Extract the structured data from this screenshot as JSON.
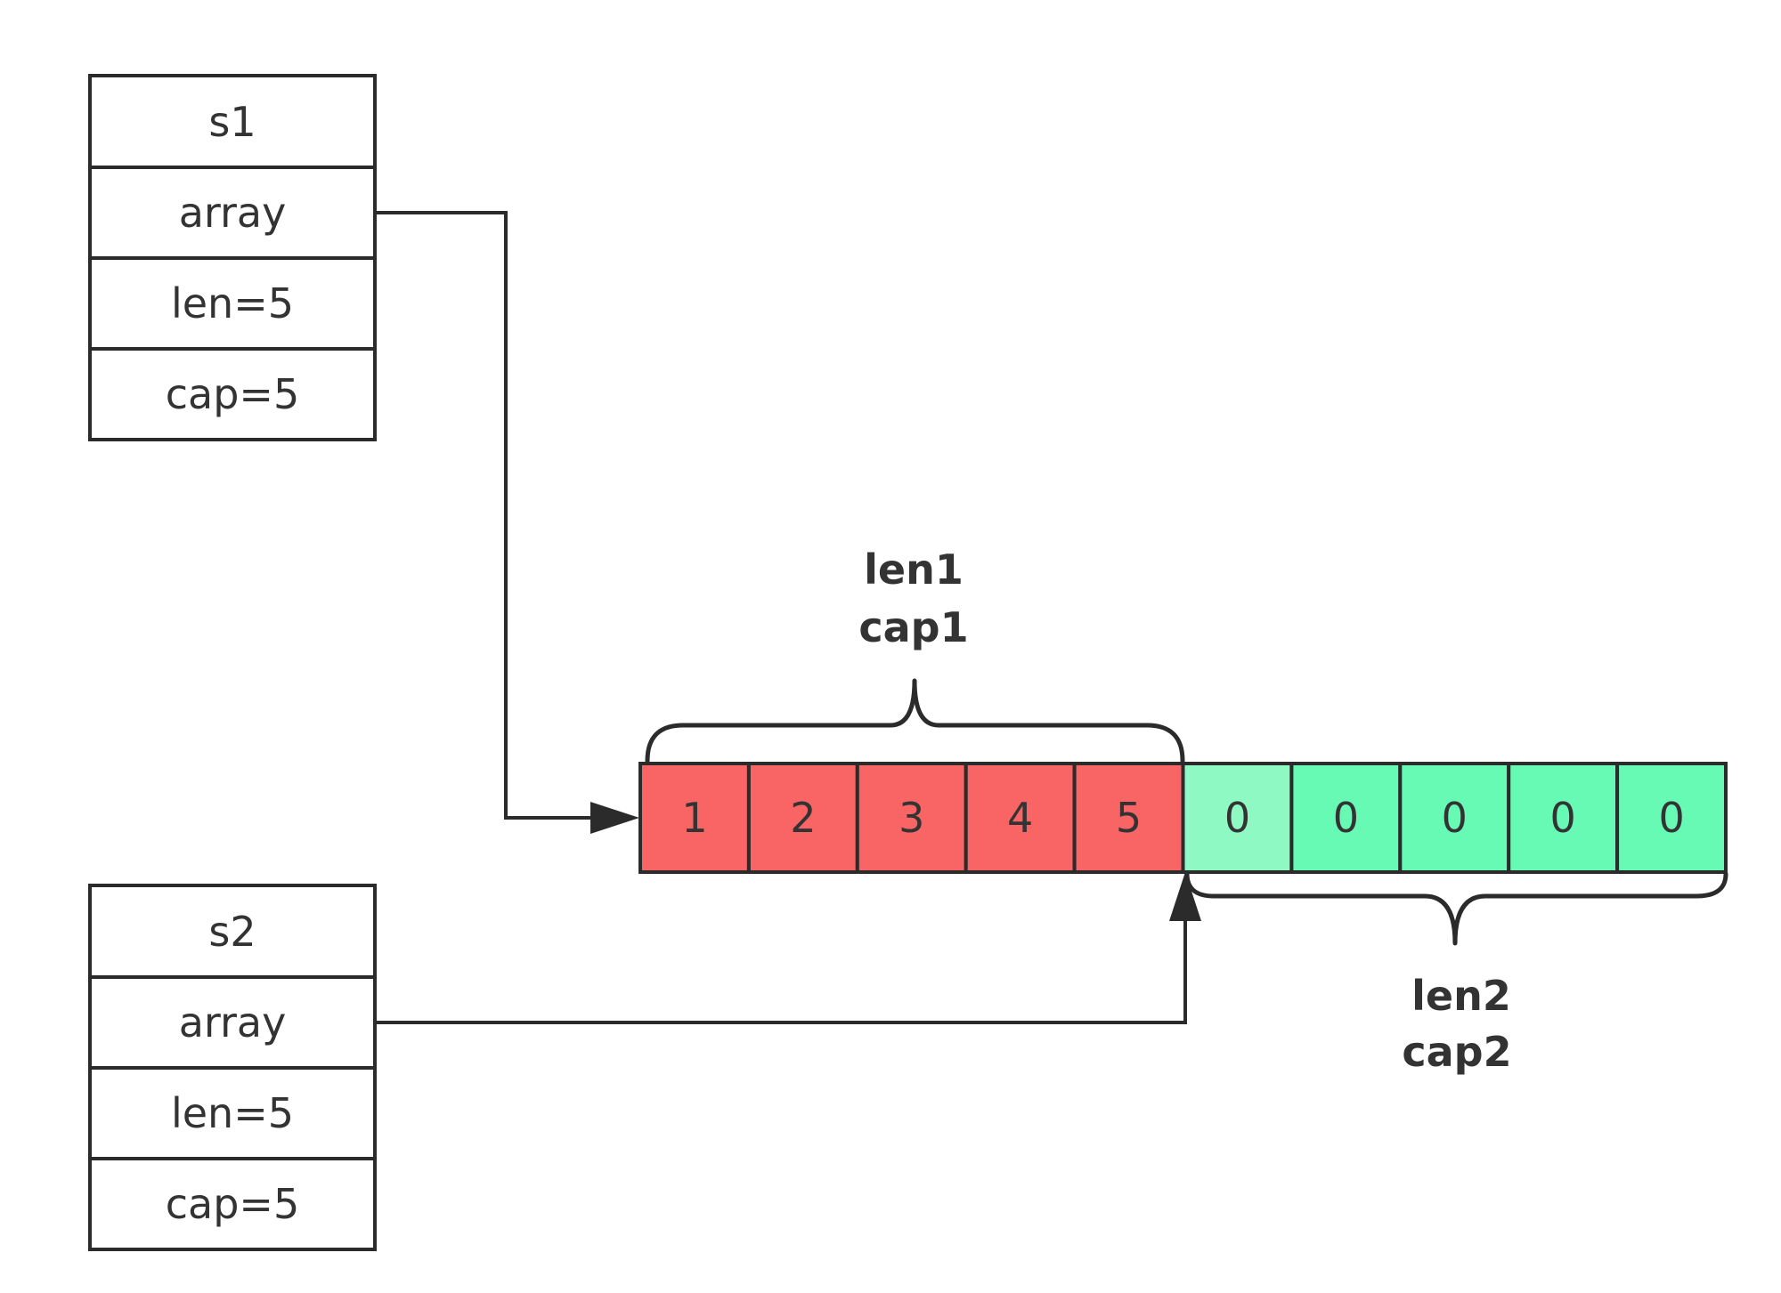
{
  "structs": [
    {
      "id": "s1",
      "fields": [
        "s1",
        "array",
        "len=5",
        "cap=5"
      ]
    },
    {
      "id": "s2",
      "fields": [
        "s2",
        "array",
        "len=5",
        "cap=5"
      ]
    }
  ],
  "array": {
    "cells": [
      "1",
      "2",
      "3",
      "4",
      "5",
      "0",
      "0",
      "0",
      "0",
      "0"
    ],
    "colors": [
      "#f96565",
      "#f96565",
      "#f96565",
      "#f96565",
      "#f96565",
      "#8ff9c4",
      "#66fab4",
      "#66fab4",
      "#66fab4",
      "#66fab4"
    ]
  },
  "braces": {
    "top": {
      "line1": "len1",
      "line2": "cap1"
    },
    "bottom": {
      "line1": "len2",
      "line2": "cap2"
    }
  },
  "colors": {
    "stroke": "#2b2b2b",
    "text": "#333333",
    "red_cell": "#f96565",
    "green_cell": "#66fab4",
    "light_green_cell": "#8ff9c4"
  }
}
